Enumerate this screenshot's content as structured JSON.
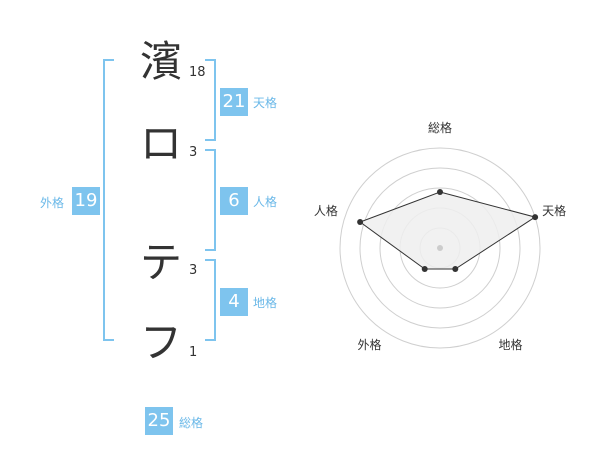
{
  "name": {
    "chars": [
      {
        "char": "濱",
        "strokes": "18"
      },
      {
        "char": "ロ",
        "strokes": "3"
      },
      {
        "char": "テ",
        "strokes": "3"
      },
      {
        "char": "フ",
        "strokes": "1"
      }
    ]
  },
  "kakusu": {
    "tenkaku": {
      "label": "天格",
      "value": "21"
    },
    "jinkaku": {
      "label": "人格",
      "value": "6"
    },
    "chikaku": {
      "label": "地格",
      "value": "4"
    },
    "gaikaku": {
      "label": "外格",
      "value": "19"
    },
    "soukaku": {
      "label": "総格",
      "value": "25"
    }
  },
  "colors": {
    "accent": "#7ec4ee",
    "label_text": "#6ab8e8",
    "radar_fill": "#eeeeee"
  },
  "chart_data": {
    "type": "radar",
    "axes": [
      "総格",
      "天格",
      "地格",
      "外格",
      "人格"
    ],
    "values": [
      2.8,
      5,
      1.3,
      1.3,
      4.2
    ],
    "rlim": [
      0,
      5
    ],
    "rings": 5
  }
}
